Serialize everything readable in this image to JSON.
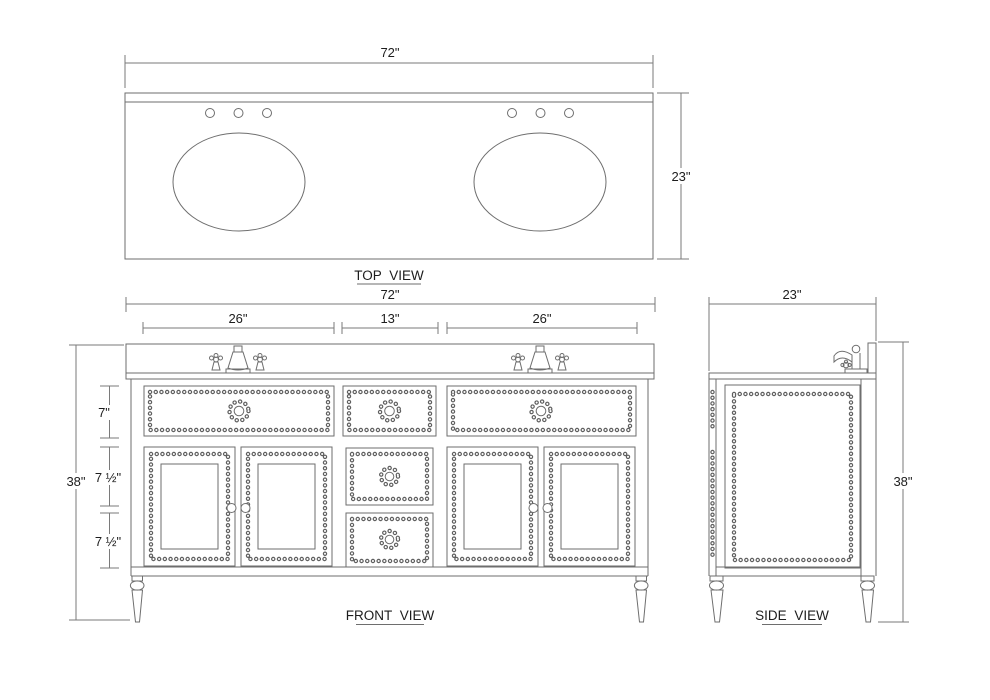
{
  "colors": {
    "background": "#ffffff",
    "line": "#6e6e6e",
    "bead": "#5f5f5f",
    "text": "#1d1d1d"
  },
  "top_view": {
    "title": "TOP VIEW",
    "width_label": "72\"",
    "depth_label": "23\""
  },
  "front_view": {
    "title": "FRONT VIEW",
    "width_label": "72\"",
    "height_label": "38\"",
    "sections": {
      "left": "26\"",
      "middle": "13\"",
      "right": "26\""
    },
    "rows": {
      "top_drawer": "7\"",
      "middle_drawer": "7 ½\"",
      "bottom_drawer": "7 ½\""
    }
  },
  "side_view": {
    "title": "SIDE VIEW",
    "depth_label": "23\"",
    "height_label": "38\""
  }
}
